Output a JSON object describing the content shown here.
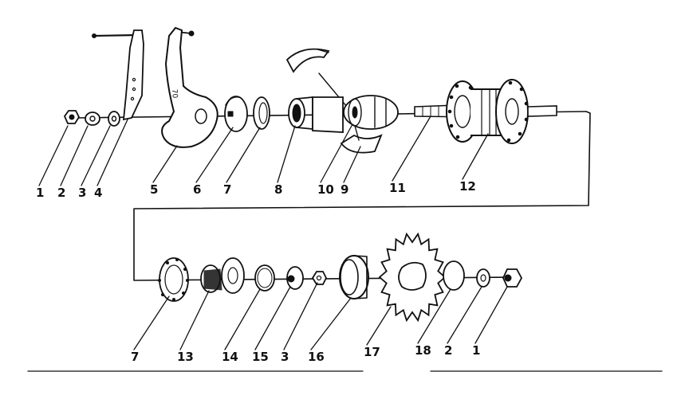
{
  "diagram": {
    "ink_color": "#111111",
    "paper_color": "#ffffff",
    "crank_stamp": "70",
    "labels_top_row": [
      "1",
      "2",
      "3",
      "4",
      "5",
      "6",
      "7",
      "8",
      "10",
      "9",
      "11",
      "12"
    ],
    "labels_bottom_row": [
      "7",
      "13",
      "14",
      "15",
      "3",
      "16",
      "17",
      "18",
      "2",
      "1"
    ]
  }
}
